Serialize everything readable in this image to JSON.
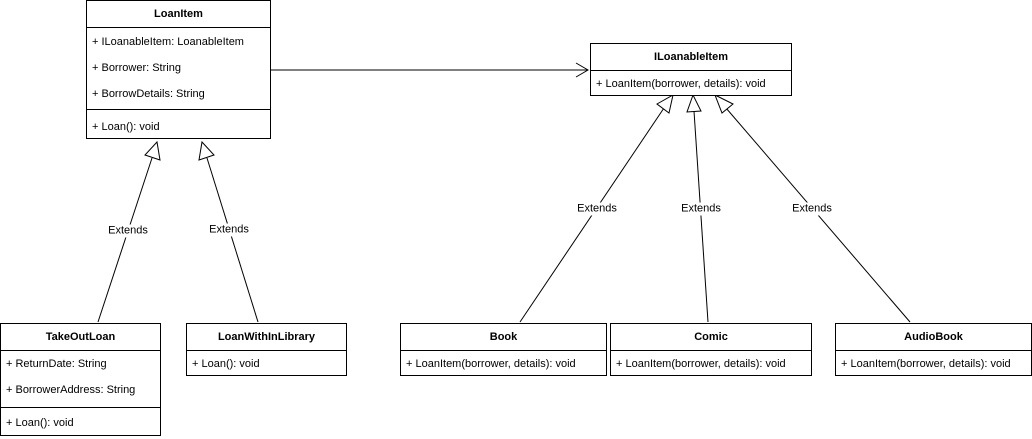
{
  "classes": {
    "loanitem": {
      "name": "LoanItem",
      "attributes": [
        "+ ILoanableItem: LoanableItem",
        "+ Borrower: String",
        "+ BorrowDetails: String"
      ],
      "methods": [
        "+ Loan(): void"
      ]
    },
    "iloanableitem": {
      "name": "ILoanableItem",
      "methods": [
        "+ LoanItem(borrower, details): void"
      ]
    },
    "takeoutloan": {
      "name": "TakeOutLoan",
      "attributes": [
        "+ ReturnDate: String",
        "+ BorrowerAddress: String"
      ],
      "methods": [
        "+ Loan(): void"
      ]
    },
    "loanwithinlibrary": {
      "name": "LoanWithInLibrary",
      "methods": [
        "+ Loan(): void"
      ]
    },
    "book": {
      "name": "Book",
      "methods": [
        "+ LoanItem(borrower, details): void"
      ]
    },
    "comic": {
      "name": "Comic",
      "methods": [
        "+ LoanItem(borrower, details): void"
      ]
    },
    "audiobook": {
      "name": "AudioBook",
      "methods": [
        "+ LoanItem(borrower, details): void"
      ]
    }
  },
  "edge_labels": {
    "extends": "Extends"
  },
  "colors": {
    "line": "#000000",
    "fill": "#ffffff"
  }
}
